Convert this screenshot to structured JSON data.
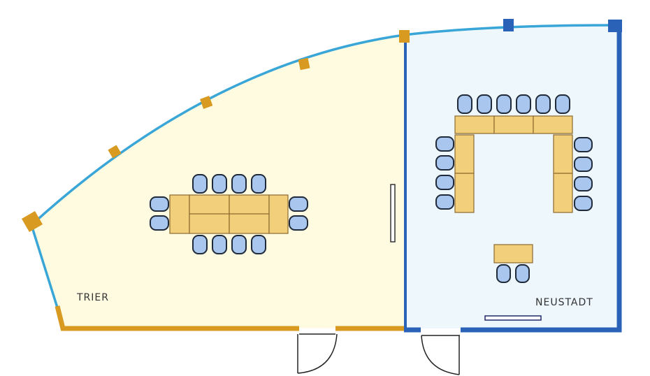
{
  "rooms": [
    {
      "name": "TRIER",
      "fill": "#fefbe0",
      "wall_color": "#d89a20",
      "window_color": "#3aa6d8",
      "layout": "boardroom",
      "chairs": 12
    },
    {
      "name": "NEUSTADT",
      "fill": "#eef7fc",
      "wall_color": "#2a62b8",
      "window_color": "#3aa6d8",
      "layout": "u-shape",
      "chairs": 14,
      "extra_desk_chairs": 2
    }
  ],
  "colors": {
    "table": "#f2cf7a",
    "table_edge": "#8a6a30",
    "chair": "#a9c6ee",
    "chair_edge": "#1f2a3a",
    "door": "#222222"
  }
}
